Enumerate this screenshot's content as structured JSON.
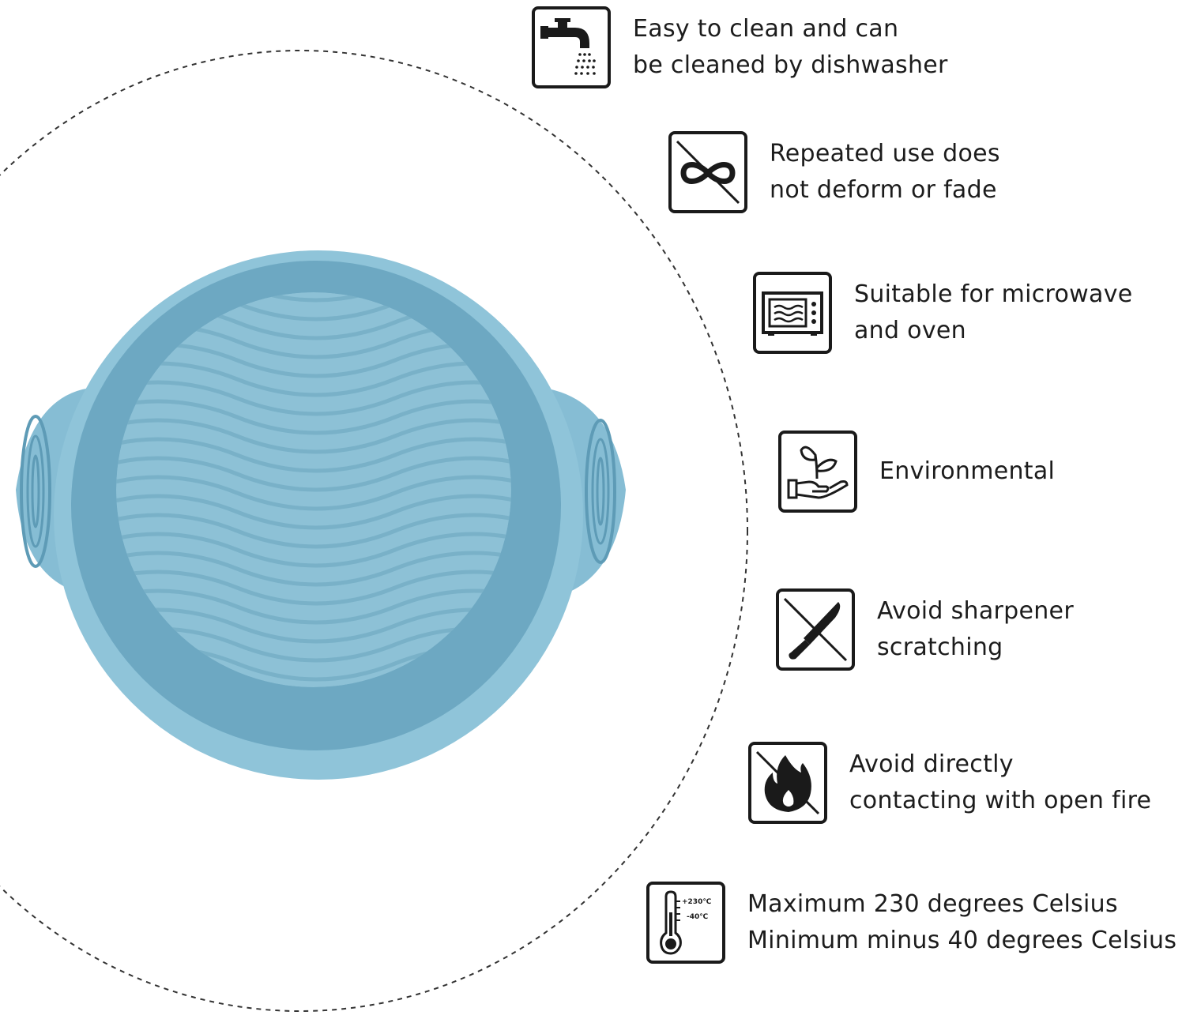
{
  "product": {
    "name": "round silicone cake pan",
    "color": "#8fc4d9"
  },
  "features": [
    {
      "icon": "faucet-icon",
      "line1": "Easy to clean and can",
      "line2": "be cleaned by dishwasher"
    },
    {
      "icon": "no-deform-icon",
      "line1": "Repeated use does",
      "line2": "not deform or fade"
    },
    {
      "icon": "microwave-icon",
      "line1": "Suitable for microwave",
      "line2": "and oven"
    },
    {
      "icon": "hand-plant-icon",
      "line1": "Environmental",
      "line2": ""
    },
    {
      "icon": "no-knife-icon",
      "line1": "Avoid sharpener",
      "line2": "scratching"
    },
    {
      "icon": "no-fire-icon",
      "line1": "Avoid directly",
      "line2": "contacting with open fire"
    },
    {
      "icon": "thermometer-icon",
      "line1": "Maximum 230 degrees Celsius",
      "line2": "Minimum minus 40 degrees Celsius",
      "max_label": "+230℃",
      "min_label": "-40℃"
    }
  ]
}
